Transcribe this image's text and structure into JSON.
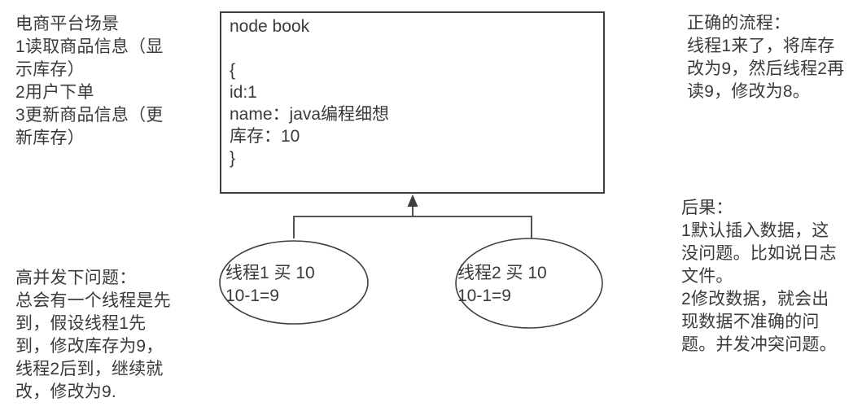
{
  "colors": {
    "background": "#ffffff",
    "stroke": "#3f3f3f",
    "text": "#3a3a3a"
  },
  "notes": {
    "scenario": "电商平台场景\n1读取商品信息（显\n示库存）\n2用户下单\n3更新商品信息（更\n新库存）",
    "problem": "高并发下问题：\n总会有一个线程是先\n到，假设线程1先\n到，修改库存为9，\n线程2后到，继续就\n改，修改为9.",
    "correct_flow": "正确的流程：\n线程1来了，将库存\n改为9，然后线程2再\n读9，修改为8。",
    "consequence": "后果：\n1默认插入数据，这\n没问题。比如说日志\n文件。\n2修改数据，就会出\n现数据不准确的问\n题。并发冲突问题。"
  },
  "box": {
    "content": "node book\n\n{\n id:1\n name：java编程细想\n 库存：10\n}"
  },
  "threads": {
    "thread1": "线程1 买 10\n10-1=9",
    "thread2": "线程2 买 10\n10-1=9"
  }
}
